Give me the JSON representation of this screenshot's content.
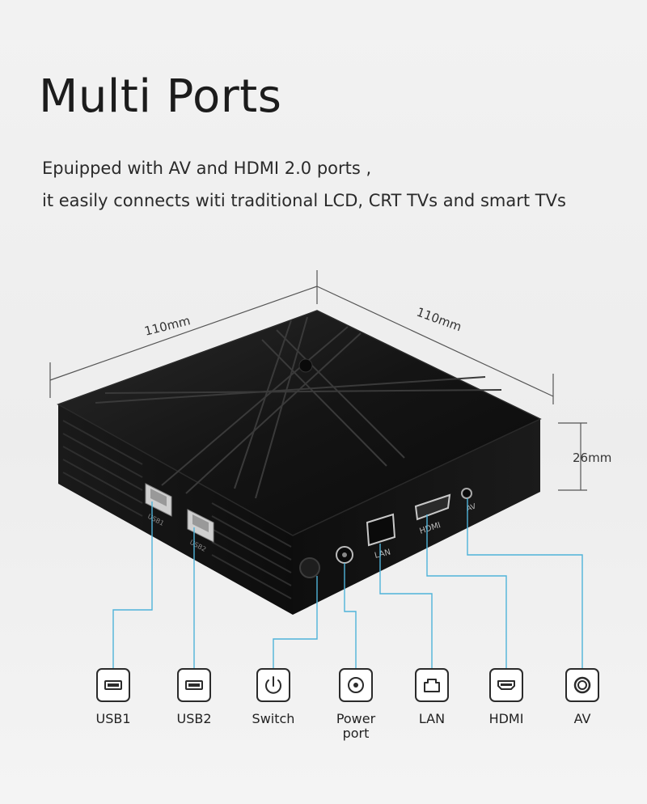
{
  "header": {
    "title": "Multi Ports",
    "subtitle_line1": "Epuipped with AV and HDMI 2.0 ports ,",
    "subtitle_line2": "it easily connects witi traditional LCD, CRT TVs and smart TVs"
  },
  "dimensions": {
    "length": "110mm",
    "width": "110mm",
    "height": "26mm"
  },
  "device_labels": {
    "usb1": "USB1",
    "usb2": "USB2",
    "lan": "LAN",
    "hdmi": "HDMI",
    "av": "AV"
  },
  "ports": [
    {
      "label": "USB1",
      "icon": "usb-port-icon"
    },
    {
      "label": "USB2",
      "icon": "usb-port-icon"
    },
    {
      "label": "Switch",
      "icon": "power-switch-icon"
    },
    {
      "label": "Power\nport",
      "icon": "power-jack-icon"
    },
    {
      "label": "LAN",
      "icon": "lan-port-icon"
    },
    {
      "label": "HDMI",
      "icon": "hdmi-port-icon"
    },
    {
      "label": "AV",
      "icon": "av-jack-icon"
    }
  ],
  "colors": {
    "connector_line": "#4fb3d9",
    "device_body": "#151515",
    "icon_stroke": "#2b2b2b"
  }
}
